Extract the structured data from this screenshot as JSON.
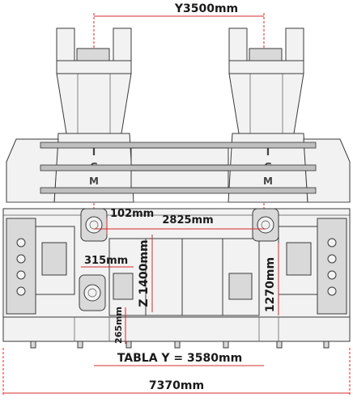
{
  "diagram": {
    "dimensions": {
      "y_travel": "Y3500mm",
      "offset_left": "102mm",
      "spindle_span": "2825mm",
      "head_width": "315mm",
      "z_travel": "Z 1400mm",
      "head_height": "1270mm",
      "bottom_gap": "265mm",
      "table_y": "TABLA Y = 3580mm",
      "overall_width": "7370mm"
    },
    "brand_marks": {
      "left": [
        "I",
        "G",
        "M"
      ],
      "right": [
        "I",
        "G",
        "M"
      ]
    },
    "colors": {
      "dimension_line": "#d52b2b",
      "outline": "#3a3a3a",
      "fill_light": "#f2f2f2",
      "fill_mid": "#d9d9d9",
      "text": "#1a1a1a"
    }
  }
}
